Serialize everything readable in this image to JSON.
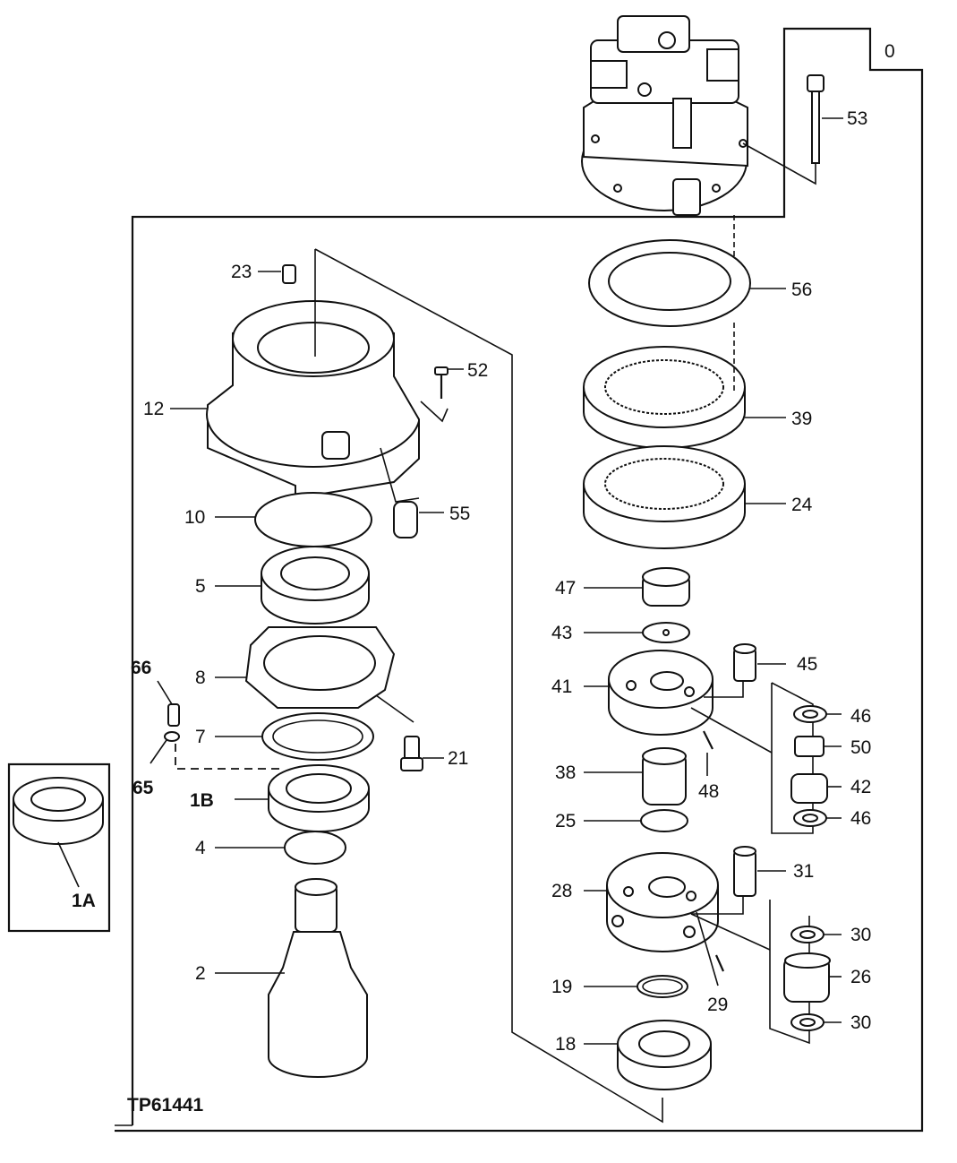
{
  "figure_code": "TP61441",
  "callouts": {
    "c0": "0",
    "c53": "53",
    "c56": "56",
    "c39": "39",
    "c24": "24",
    "c23": "23",
    "c52": "52",
    "c12": "12",
    "c55": "55",
    "c10": "10",
    "c5": "5",
    "c8": "8",
    "c66": "66",
    "c7": "7",
    "c21": "21",
    "c65": "65",
    "c1B": "1B",
    "c4": "4",
    "c2": "2",
    "c1A": "1A",
    "c47": "47",
    "c43": "43",
    "c45": "45",
    "c41": "41",
    "c46a": "46",
    "c50": "50",
    "c38": "38",
    "c48": "48",
    "c42": "42",
    "c25": "25",
    "c46b": "46",
    "c31": "31",
    "c28": "28",
    "c30a": "30",
    "c26": "26",
    "c19": "19",
    "c29": "29",
    "c30b": "30",
    "c18": "18"
  },
  "icons": [
    "swing-motor-icon",
    "bolt-icon",
    "ring-gear-icon",
    "bearing-icon",
    "gear-icon",
    "shaft-icon",
    "seal-icon"
  ]
}
